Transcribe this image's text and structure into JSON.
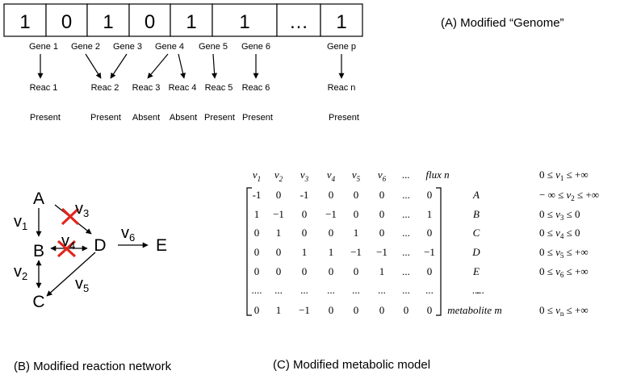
{
  "genome": {
    "bits": [
      "1",
      "0",
      "1",
      "0",
      "1",
      "1",
      "…",
      "1"
    ],
    "genes": [
      "Gene 1",
      "Gene 2",
      "Gene 3",
      "Gene 4",
      "Gene 5",
      "Gene 6",
      "Gene p"
    ],
    "reactions": [
      "Reac 1",
      "Reac 2",
      "Reac 3",
      "Reac 4",
      "Reac 5",
      "Reac 6",
      "Reac n"
    ],
    "statuses": [
      "Present",
      "Present",
      "Absent",
      "Absent",
      "Present",
      "Present",
      "Present"
    ],
    "caption": "(A) Modified “Genome”"
  },
  "network": {
    "nodes": [
      "A",
      "B",
      "C",
      "D",
      "E"
    ],
    "flux_labels": [
      "v1",
      "v2",
      "v3",
      "v4",
      "v5",
      "v6"
    ],
    "caption": "(B) Modified reaction network"
  },
  "model": {
    "column_headers": [
      "v1",
      "v2",
      "v3",
      "v4",
      "v5",
      "v6",
      "...",
      "flux n"
    ],
    "rows": [
      [
        "-1",
        "0",
        "-1",
        "0",
        "0",
        "0",
        "...",
        "0"
      ],
      [
        "1",
        "−1",
        "0",
        "−1",
        "0",
        "0",
        "...",
        "1"
      ],
      [
        "0",
        "1",
        "0",
        "0",
        "1",
        "0",
        "...",
        "0"
      ],
      [
        "0",
        "0",
        "1",
        "1",
        "−1",
        "−1",
        "...",
        "−1"
      ],
      [
        "0",
        "0",
        "0",
        "0",
        "0",
        "1",
        "...",
        "0"
      ],
      [
        "....",
        "...",
        "...",
        "...",
        "...",
        "...",
        "...",
        "..."
      ],
      [
        "0",
        "1",
        "−1",
        "0",
        "0",
        "0",
        "0",
        "0"
      ]
    ],
    "metabolites": [
      "A",
      "B",
      "C",
      "D",
      "E",
      "...",
      "metabolite m"
    ],
    "bounds": [
      "0 ≤ v1 ≤ +∞",
      "− ∞ ≤ v2 ≤ +∞",
      "0 ≤ v3 ≤ 0",
      "0 ≤ v4 ≤ 0",
      "0 ≤ v5 ≤ +∞",
      "0 ≤ v6 ≤ +∞",
      "...",
      "0 ≤ vn ≤ +∞"
    ],
    "caption": "(C) Modified metabolic model"
  }
}
